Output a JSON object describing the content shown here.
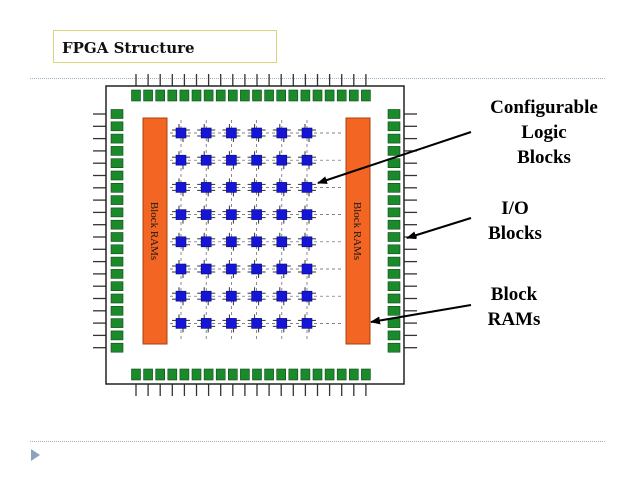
{
  "title": "FPGA Structure",
  "chip": {
    "left_ram_label": "Block RAMs",
    "right_ram_label": "Block RAMs",
    "clb_rows": 8,
    "clb_cols": 6,
    "io_top_count": 20,
    "io_side_count": 20
  },
  "callouts": {
    "clb": [
      "Configurable",
      "Logic",
      "Blocks"
    ],
    "io": [
      "I/O",
      "Blocks"
    ],
    "ram": [
      "Block",
      "RAMs"
    ]
  },
  "colors": {
    "clb": "#1515d6",
    "io": "#1b8a2a",
    "ram": "#f26522",
    "pin": "#333333",
    "wire": "#5a5a6a"
  }
}
